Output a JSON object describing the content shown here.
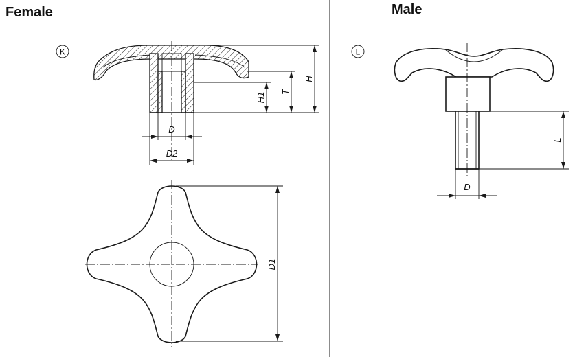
{
  "headings": {
    "female": "Female",
    "male": "Male"
  },
  "variants": {
    "female": "K",
    "male": "L"
  },
  "dimensions": {
    "female_side": {
      "H": "H",
      "T": "T",
      "H1": "H1",
      "D": "D",
      "D2": "D2"
    },
    "top_view": {
      "D1": "D1"
    },
    "male_side": {
      "L": "L",
      "D": "D"
    }
  }
}
